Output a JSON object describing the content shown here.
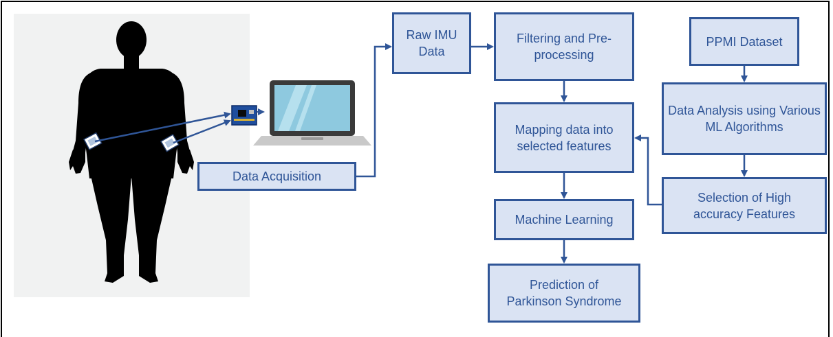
{
  "colors": {
    "box_fill": "#dae3f3",
    "box_border": "#2f5597",
    "text": "#2f5597",
    "arrow": "#2f5597",
    "panel_bg": "#f1f2f2",
    "silhouette": "#000000"
  },
  "nodes": {
    "data_acquisition": "Data Acquisition",
    "raw_imu_data": "Raw IMU Data",
    "filtering": "Filtering and Pre-processing",
    "mapping": "Mapping data into selected features",
    "machine_learning": "Machine Learning",
    "prediction": "Prediction of Parkinson Syndrome",
    "ppmi_dataset": "PPMI Dataset",
    "data_analysis": "Data Analysis using Various ML Algorithms",
    "selection": "Selection of High accuracy Features"
  },
  "icons": [
    "human-silhouette-icon",
    "wrist-sensor-icon",
    "microcontroller-board-icon",
    "laptop-icon"
  ]
}
